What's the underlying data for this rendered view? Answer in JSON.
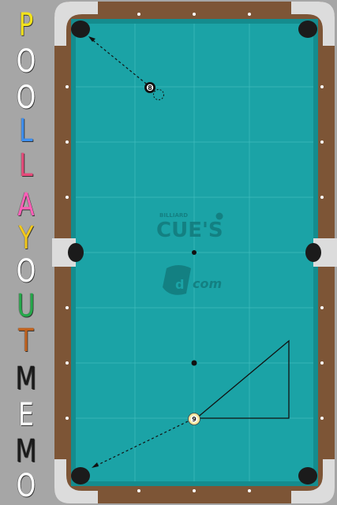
{
  "sidebar": {
    "title_letters": [
      {
        "char": "P",
        "color": "#f2e21b"
      },
      {
        "char": "O",
        "color": "#ffffff"
      },
      {
        "char": "O",
        "color": "#ffffff"
      },
      {
        "char": "L",
        "color": "#3d8ff0"
      },
      {
        "char": "L",
        "color": "#e64a7a"
      },
      {
        "char": "A",
        "color": "#ff60b8"
      },
      {
        "char": "Y",
        "color": "#f2c81b"
      },
      {
        "char": "O",
        "color": "#ffffff"
      },
      {
        "char": "U",
        "color": "#25a84a"
      },
      {
        "char": "T",
        "color": "#c0621e"
      },
      {
        "char": "M",
        "color": "#1a1a1a"
      },
      {
        "char": "E",
        "color": "#ffffff"
      },
      {
        "char": "M",
        "color": "#1a1a1a"
      },
      {
        "char": "O",
        "color": "#ffffff"
      }
    ]
  },
  "table": {
    "cloth_color": "#1ba3a6",
    "rail_color": "#7d5536",
    "pocket_color": "#1b1b1b",
    "logo": {
      "small": "BILLIARD",
      "big": "CUE'S",
      "domain": "com"
    }
  },
  "balls": [
    {
      "id": "ball-8",
      "label": "8"
    },
    {
      "id": "ball-9",
      "label": "9"
    }
  ],
  "icons": [
    "ghost-ball-icon",
    "pocket-icon",
    "diamond-marker-icon"
  ]
}
